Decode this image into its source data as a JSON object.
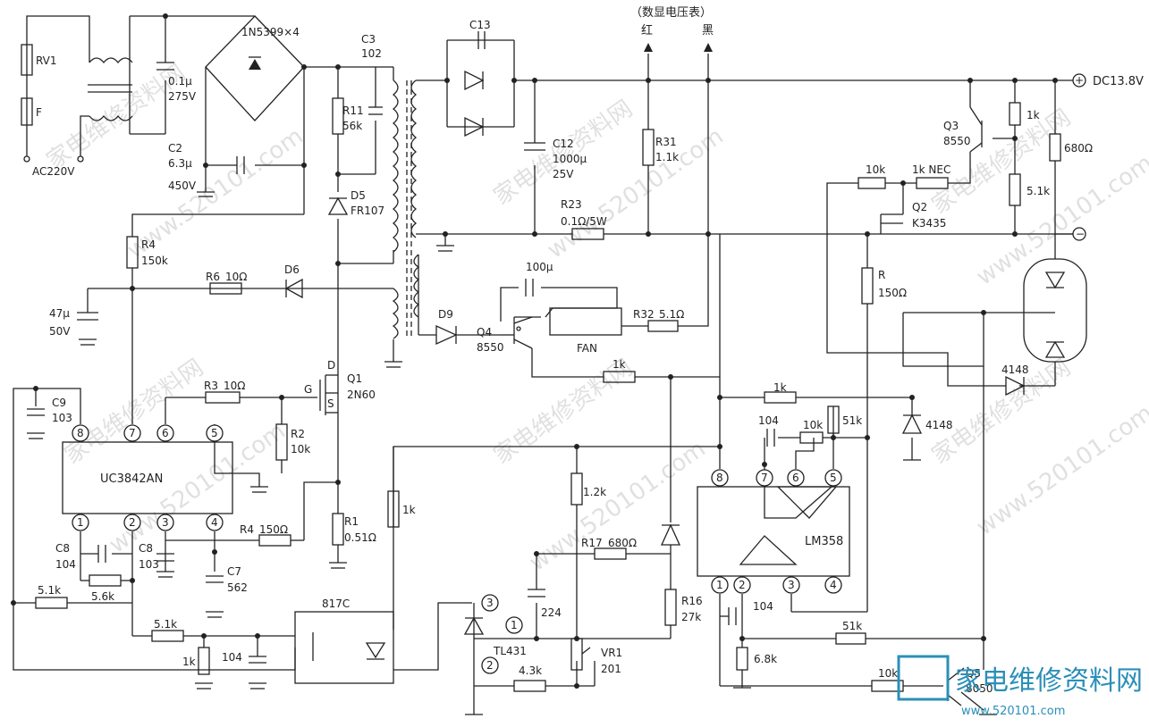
{
  "title": "（数显电压表）",
  "probe_red": "红",
  "probe_black": "黑",
  "watermark_cn": "家电维修资料网",
  "watermark_url": "www.520101.com",
  "brand_name": "家电维修资料网",
  "brand_url": "www.520101.com",
  "labels": {
    "rv1": "RV1",
    "fuse": "F",
    "ac": "AC220V",
    "c1": "0.1μ",
    "c1v": "275V",
    "bridge": "1N5399×4",
    "c2": "C2",
    "c2v": "6.3μ",
    "c2vv": "450V",
    "c3": "C3",
    "c3v": "102",
    "r11": "R11",
    "r11v": "56k",
    "d5": "D5",
    "d5v": "FR107",
    "r4a": "R4",
    "r4av": "150k",
    "r6": "R6",
    "r6v": "10Ω",
    "d6": "D6",
    "c47": "47μ",
    "c47v": "50V",
    "c9": "C9",
    "c9v": "103",
    "r3": "R3",
    "r3v": "10Ω",
    "q1": "Q1",
    "q1v": "2N60",
    "g": "G",
    "s": "S",
    "d": "D",
    "r2": "R2",
    "r2v": "10k",
    "ic1": "UC3842AN",
    "c8a": "C8",
    "c8av": "104",
    "c8b": "C8",
    "c8bv": "103",
    "r4b": "R4",
    "r4bv": "150Ω",
    "c7": "C7",
    "c7v": "562",
    "r1": "R1",
    "r1v": "0.51Ω",
    "r51a": "5.1k",
    "r56": "5.6k",
    "r51b": "5.1k",
    "r1k_a": "1k",
    "c104a": "104",
    "oc": "817C",
    "r1k_b": "1k",
    "c13": "C13",
    "c12": "C12",
    "c12v": "1000μ",
    "c12vv": "25V",
    "r31": "R31",
    "r31v": "1.1k",
    "r23": "R23",
    "r23v": "0.1Ω/5W",
    "c100": "100μ",
    "d9": "D9",
    "q4": "Q4",
    "q4v": "8550",
    "fan": "FAN",
    "r32": "R32",
    "r32v": "5.1Ω",
    "r1k_c": "1k",
    "r12k": "1.2k",
    "r17": "R17",
    "r17v": "680Ω",
    "c224": "224",
    "tl431": "TL431",
    "r43": "4.3k",
    "vr1": "VR1",
    "vr1v": "201",
    "r16": "R16",
    "r16v": "27k",
    "dc": "DC13.8V",
    "q3": "Q3",
    "q3v": "8550",
    "r1k_d": "1k",
    "r680": "680Ω",
    "r10k_a": "10k",
    "r1knec": "1k NEC",
    "r51c": "5.1k",
    "q2": "Q2",
    "q2v": "K3435",
    "rq": "R",
    "rqv": "150Ω",
    "d4148a": "4148",
    "d4148b": "4148",
    "r1k_e": "1k",
    "c104b": "104",
    "r10k_b": "10k",
    "r51k_a": "51k",
    "ic2": "LM358",
    "c104c": "104",
    "r68": "6.8k",
    "r51k_b": "51k",
    "r10k_c": "10k",
    "q5": "Q5",
    "q5v": "8050",
    "p1": "1",
    "p2": "2",
    "p3": "3",
    "p4": "4",
    "p5": "5",
    "p6": "6",
    "p7": "7",
    "p8": "8",
    "t1": "1",
    "t2": "2",
    "t3": "3"
  }
}
